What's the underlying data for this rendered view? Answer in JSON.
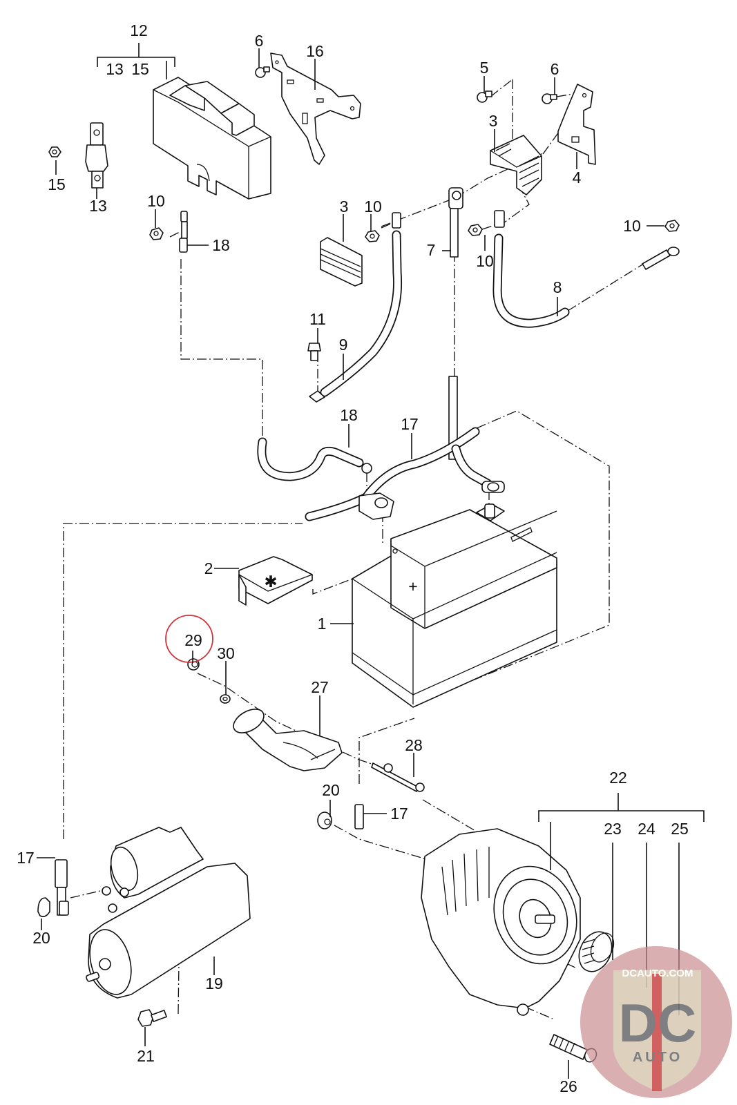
{
  "diagram": {
    "title": "Battery, starter and alternator exploded parts diagram",
    "highlight_color": "#d0343a",
    "highlighted_part": "29",
    "labels": {
      "l12": "12",
      "l13a": "13",
      "l15a": "15",
      "l6a": "6",
      "l16": "16",
      "l15": "15",
      "l13": "13",
      "l5": "5",
      "l6b": "6",
      "l3a": "3",
      "l4": "4",
      "l10a": "10",
      "l18a": "18",
      "l3b": "3",
      "l10b": "10",
      "l7": "7",
      "l10c": "10",
      "l10d": "10",
      "l8": "8",
      "l11": "11",
      "l9": "9",
      "l18b": "18",
      "l17a": "17",
      "l2": "2",
      "l1": "1",
      "l29": "29",
      "l30": "30",
      "l27": "27",
      "l28": "28",
      "l20a": "20",
      "l17b": "17",
      "l22": "22",
      "l23": "23",
      "l24": "24",
      "l25": "25",
      "l17c": "17",
      "l20b": "20",
      "l19": "19",
      "l21": "21",
      "l26": "26"
    },
    "battery_symbol": "+",
    "cover_symbol": "✱"
  },
  "watermark": {
    "site": "DCAUTO.COM",
    "initials": "DC",
    "word": "AUTO",
    "bg_color": "#c98a8e",
    "shield_color": "#d9cfb8",
    "letter_color": "#6f7275",
    "stripe_color": "#c9383d"
  }
}
